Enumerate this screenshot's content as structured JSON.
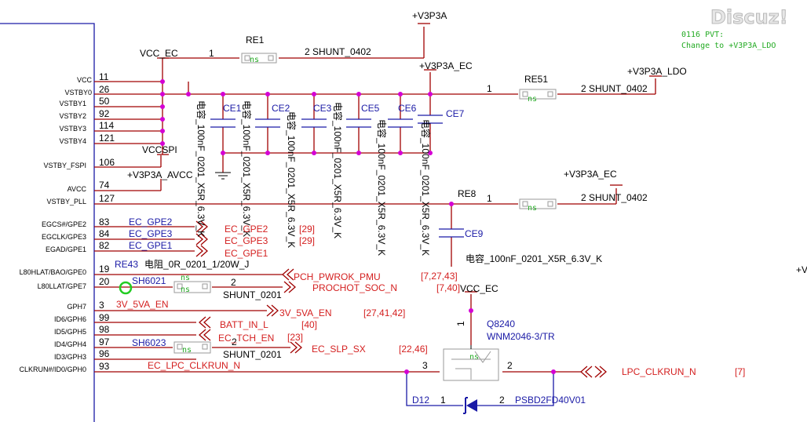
{
  "logo": "Discuz!",
  "note": [
    "0116 PVT:",
    "Change to +V3P3A_LDO"
  ],
  "power": {
    "v3p3a_top": "+V3P3A",
    "v3p3a_ec": "+V3P3A_EC",
    "v3p3a_ldo": "+V3P3A_LDO",
    "v3p3a_ec_2": "+V3P3A_EC",
    "vcc_ec": "VCC_EC",
    "vccspi": "VCCSPI",
    "v3p3a_avcc": "+V3P3A_AVCC",
    "vcc_ec_2": "VCC_EC",
    "edge_v": "+V"
  },
  "chip_pins": [
    {
      "name": "VCC",
      "num": "11"
    },
    {
      "name": "VSTBY0",
      "num": "26"
    },
    {
      "name": "VSTBY1",
      "num": "50"
    },
    {
      "name": "VSTBY2",
      "num": "92"
    },
    {
      "name": "VSTBY3",
      "num": "114"
    },
    {
      "name": "VSTBY4",
      "num": "121"
    },
    {
      "name": "VSTBY_FSPI",
      "num": "106"
    },
    {
      "name": "AVCC",
      "num": "74"
    },
    {
      "name": "VSTBY_PLL",
      "num": "127"
    },
    {
      "name": "EGCS#/GPE2",
      "num": "83"
    },
    {
      "name": "EGCLK/GPE3",
      "num": "84"
    },
    {
      "name": "EGAD/GPE1",
      "num": "82"
    },
    {
      "name": "L80HLAT/BAO/GPE0",
      "num": "19"
    },
    {
      "name": "L80LLAT/GPE7",
      "num": "20"
    },
    {
      "name": "GPH7",
      "num": "3"
    },
    {
      "name": "ID6/GPH6",
      "num": "99"
    },
    {
      "name": "ID5/GPH5",
      "num": "98"
    },
    {
      "name": "ID4/GPH4",
      "num": "97"
    },
    {
      "name": "ID3/GPH3",
      "num": "96"
    },
    {
      "name": "CLKRUN#/ID0/GPH0",
      "num": "93"
    }
  ],
  "resistors": {
    "re1": {
      "ref": "RE1",
      "pin1": "1",
      "pin2": "2",
      "value": "SHUNT_0402"
    },
    "re51": {
      "ref": "RE51",
      "pin1": "1",
      "pin2": "2",
      "value": "SHUNT_0402"
    },
    "re8": {
      "ref": "RE8",
      "pin1": "1",
      "pin2": "2",
      "value": "SHUNT_0402"
    },
    "re43": {
      "ref": "RE43",
      "value": "电阻_0R_0201_1/20W_J"
    },
    "sh6021": {
      "ref": "SH6021",
      "pin2": "2",
      "value": "SHUNT_0201"
    },
    "sh6023": {
      "ref": "SH6023",
      "pin2": "2",
      "value": "SHUNT_0201"
    }
  },
  "capacitors": [
    {
      "ref": "CE1",
      "value": "电容_100nF_0201_X5R_6.3V_K"
    },
    {
      "ref": "CE2",
      "value": "电容_100nF_0201_X5R_6.3V_K"
    },
    {
      "ref": "CE3",
      "value": "电容_100nF_0201_X5R_6.3V_K"
    },
    {
      "ref": "CE5",
      "value": "电容_100nF_0201_X5R_6.3V_K"
    },
    {
      "ref": "CE6",
      "value": "电容_100nF_0201_X5R_6.3V_K"
    },
    {
      "ref": "CE7",
      "value": "电容_100nF_0201_X5R_6.3V_K"
    },
    {
      "ref": "CE9",
      "value": "电容_100nF_0201_X5R_6.3V_K"
    }
  ],
  "nets_blue": [
    "EC_GPE2",
    "EC_GPE3",
    "EC_GPE1"
  ],
  "nets_red": {
    "ec_gpe2": "EC_GPE2",
    "ec_gpe2_ref": "[29]",
    "ec_gpe3": "EC_GPE3",
    "ec_gpe3_ref": "[29]",
    "ec_gpe1": "EC_GPE1",
    "pch_pwrok": "PCH_PWROK_PMU",
    "pch_pwrok_ref": "[7,27,43]",
    "prochot": "PROCHOT_SOC_N",
    "prochot_ref": "[7,40]",
    "v5va_en": "3V_5VA_EN",
    "v5va_en_out": "3V_5VA_EN",
    "v5va_en_ref": "[27,41,42]",
    "batt_in": "BATT_IN_L",
    "batt_in_ref": "[40]",
    "ec_tch": "EC_TCH_EN",
    "ec_tch_ref": "[23]",
    "ec_slp": "EC_SLP_SX",
    "ec_slp_ref": "[22,46]",
    "ec_lpc": "EC_LPC_CLKRUN_N",
    "lpc_clkrun": "LPC_CLKRUN_N",
    "lpc_clkrun_ref": "[7]"
  },
  "mosfet": {
    "ref": "Q8240",
    "part": "WNM2046-3/TR",
    "pin1": "1",
    "pin2": "2",
    "pin3": "3"
  },
  "diode": {
    "ref": "D12",
    "pin1": "1",
    "pin2": "2",
    "part": "PSBD2FD40V01"
  },
  "footprint_tag": "ns"
}
